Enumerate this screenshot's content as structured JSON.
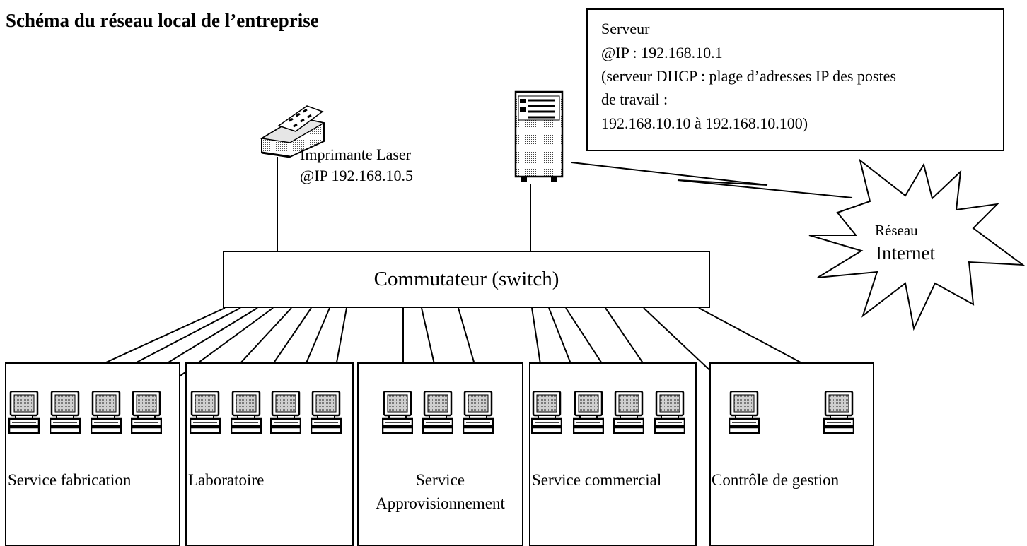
{
  "title": "Schéma du réseau local de l’entreprise",
  "server": {
    "lines": [
      "Serveur",
      "@IP : 192.168.10.1",
      "(serveur DHCP : plage d’adresses IP des postes",
      "de travail :",
      "192.168.10.10 à 192.168.10.100)"
    ]
  },
  "printer": {
    "line1": "Imprimante Laser",
    "line2": "@IP 192.168.10.5"
  },
  "switch_label": "Commutateur (switch)",
  "internet": {
    "line1": "Réseau",
    "line2": "Internet"
  },
  "departments": [
    {
      "label": "Service fabrication",
      "label2": "",
      "workstations": 4
    },
    {
      "label": "Laboratoire",
      "label2": "",
      "workstations": 4
    },
    {
      "label": "Service",
      "label2": "Approvisionnement",
      "workstations": 3
    },
    {
      "label": "Service commercial",
      "label2": "",
      "workstations": 4
    },
    {
      "label": "Contrôle de gestion",
      "label2": "",
      "workstations": 2
    }
  ],
  "icons": [
    "printer-icon",
    "server-tower-icon",
    "workstation-icon",
    "internet-burst-icon"
  ]
}
